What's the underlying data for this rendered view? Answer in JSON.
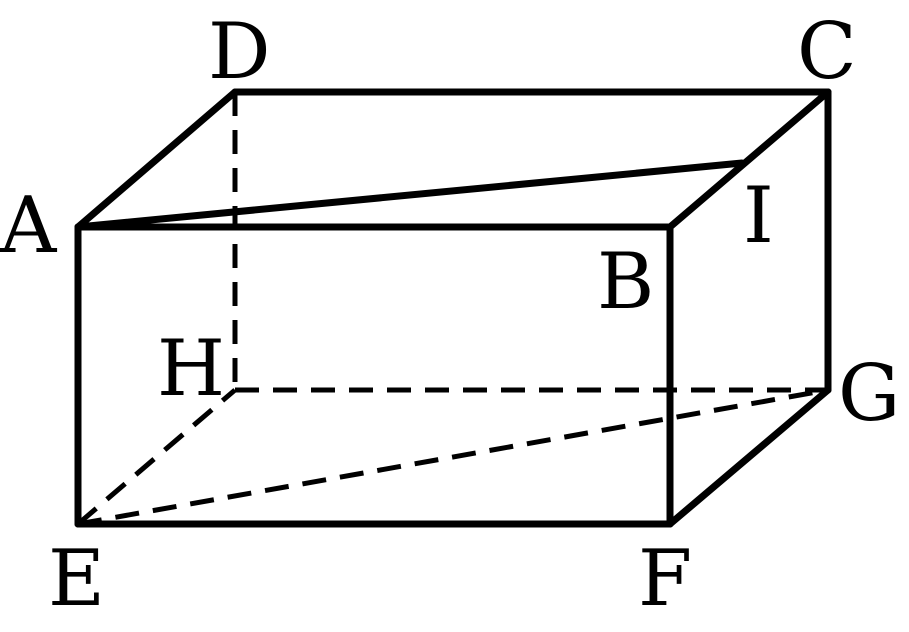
{
  "figure": {
    "labels": {
      "A": "A",
      "B": "B",
      "C": "C",
      "D": "D",
      "E": "E",
      "F": "F",
      "G": "G",
      "H": "H",
      "I": "I"
    },
    "colors": {
      "line": "#000000",
      "background": "#ffffff"
    }
  }
}
